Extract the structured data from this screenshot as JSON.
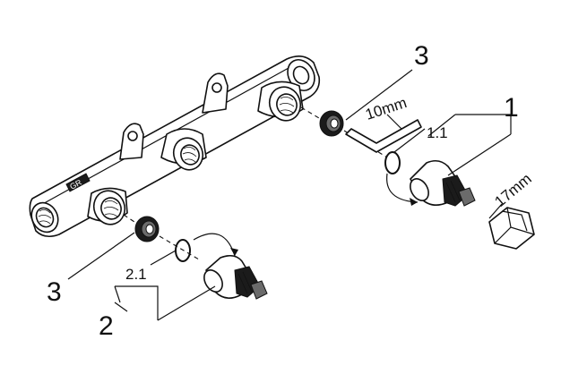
{
  "diagram": {
    "callouts": {
      "item_1": "1",
      "item_1_1": "1.1",
      "item_2": "2",
      "item_2_1": "2.1",
      "item_3_upper": "3",
      "item_3_lower": "3"
    },
    "dimensions": {
      "allen_key": "10mm",
      "socket": "17mm"
    },
    "stamp": "GR"
  }
}
